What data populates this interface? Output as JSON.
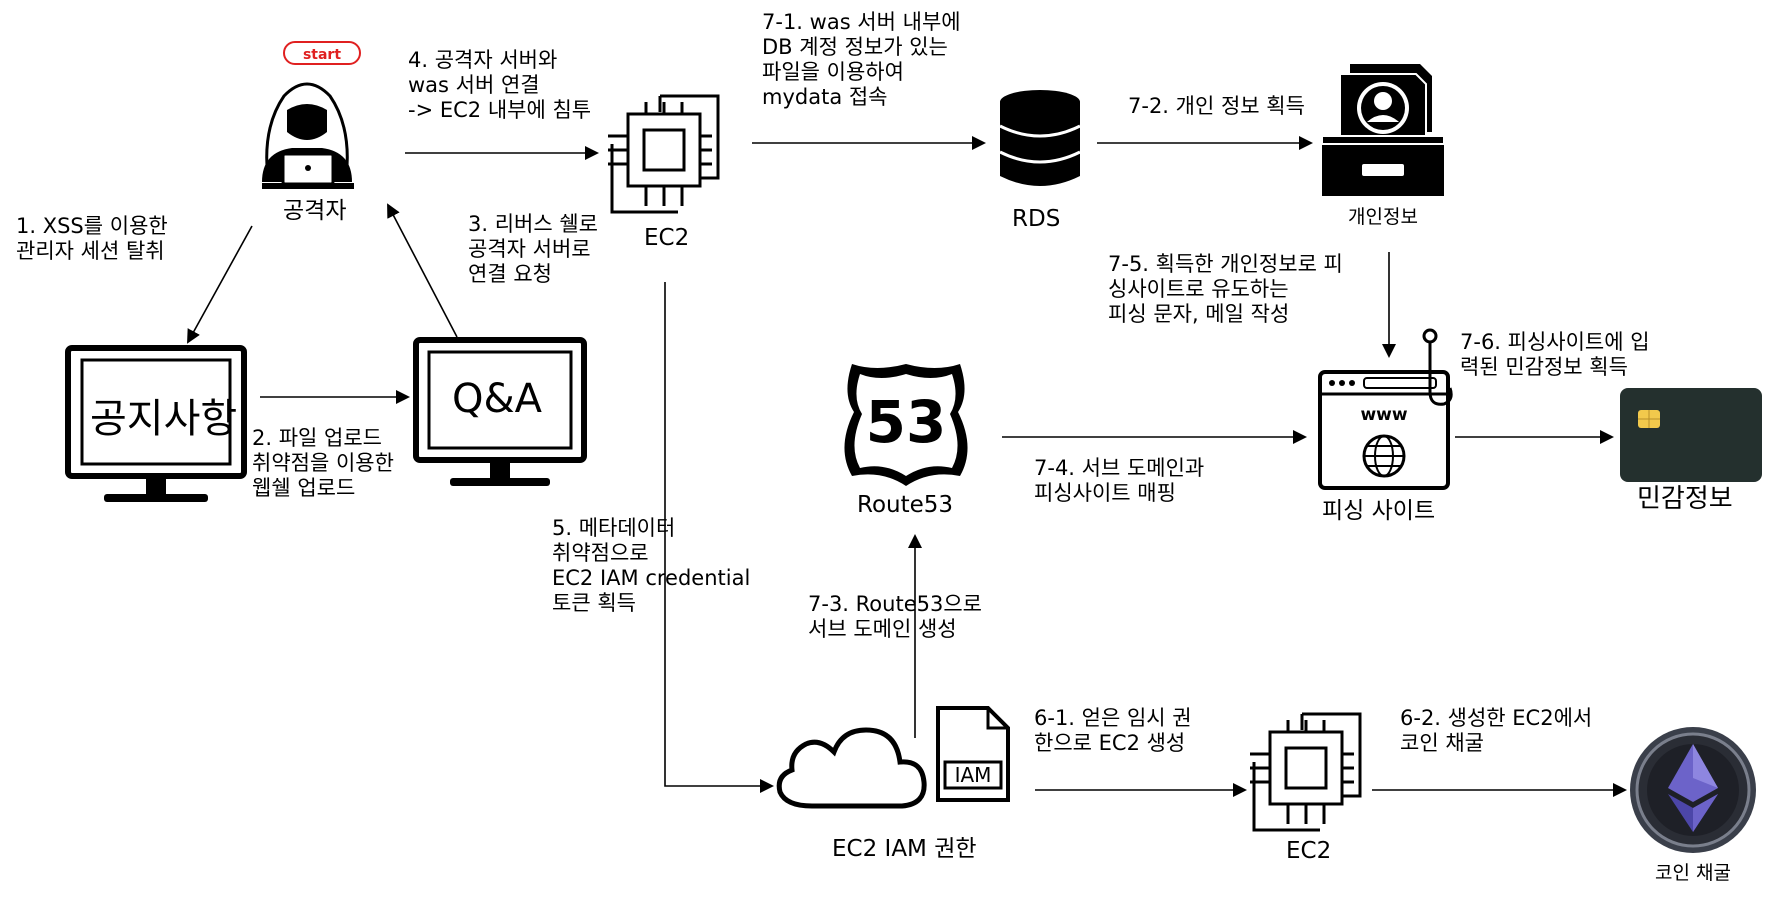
{
  "nodes": {
    "attacker": "공격자",
    "start": "start",
    "notice": "공지사항",
    "qa": "Q&A",
    "ec2_top": "EC2",
    "rds": "RDS",
    "personal_info": "개인정보",
    "route53_shield": "53",
    "route53": "Route53",
    "phishing_site": "피싱 사이트",
    "sensitive": "민감정보",
    "iam_doc": "IAM",
    "ec2_iam": "EC2 IAM 권한",
    "ec2_bottom": "EC2",
    "coin": "코인 채굴",
    "www": "www"
  },
  "steps": {
    "s1": [
      "1. XSS를 이용한",
      "관리자 세션 탈취"
    ],
    "s2": [
      "2. 파일 업로드",
      "취약점을 이용한",
      "웹쉘 업로드"
    ],
    "s3": [
      "3. 리버스 쉘로",
      "공격자 서버로",
      "연결 요청"
    ],
    "s4": [
      "4. 공격자 서버와",
      "was 서버 연결",
      "-> EC2 내부에 침투"
    ],
    "s5": [
      "5. 메타데이터",
      "취약점으로",
      "EC2 IAM credential",
      "토큰 획득"
    ],
    "s6_1": [
      "6-1. 얻은 임시 권",
      "한으로 EC2 생성"
    ],
    "s6_2": [
      "6-2. 생성한 EC2에서",
      "코인 채굴"
    ],
    "s7_1": [
      "7-1. was 서버 내부에",
      "DB 계정 정보가 있는",
      "파일을 이용하여",
      "mydata 접속"
    ],
    "s7_2": [
      "7-2. 개인 정보 획득"
    ],
    "s7_3": [
      "7-3. Route53으로",
      "서브 도메인 생성"
    ],
    "s7_4": [
      "7-4. 서브 도메인과",
      "피싱사이트 매핑"
    ],
    "s7_5": [
      "7-5. 획득한 개인정보로 피",
      "싱사이트로 유도하는",
      "피싱 문자, 메일 작성"
    ],
    "s7_6": [
      "7-6. 피싱사이트에 입",
      "력된 민감정보 획득"
    ]
  },
  "colors": {
    "start_accent": "#e02020",
    "card": "#24302e",
    "chip": "#f2c94c",
    "coin_crystal": "#6c63c9"
  }
}
